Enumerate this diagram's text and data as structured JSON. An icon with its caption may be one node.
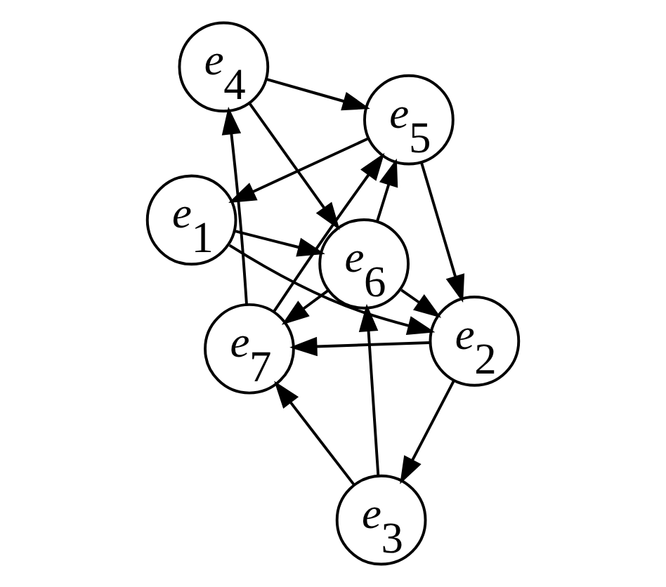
{
  "diagram": {
    "nodes": [
      {
        "text": [
          "*e*$_{1}$"
        ]
      },
      {
        "text": [
          "*e*$_{2}$"
        ]
      },
      {
        "text": [
          "*e*$_{3}$"
        ]
      },
      {
        "text": [
          "*e*$_{4}$"
        ]
      },
      {
        "text": [
          "*e*$_{5}$"
        ]
      },
      {
        "text": [
          "*e*$_{6}$"
        ]
      },
      {
        "text": [
          "*e*$_{7}$"
        ]
      }
    ],
    "edges": [
      {
        "from": 0,
        "to": 1,
        "arrow": "to"
      },
      {
        "from": 1,
        "to": 2,
        "arrow": "to"
      },
      {
        "from": 2,
        "to": 6,
        "arrow": "to"
      },
      {
        "from": 6,
        "to": 3,
        "arrow": "to"
      },
      {
        "from": 3,
        "to": 4,
        "arrow": "to"
      },
      {
        "from": 4,
        "to": 0,
        "arrow": "to"
      },
      {
        "from": 2,
        "to": 5,
        "arrow": "to"
      },
      {
        "from": 5,
        "to": 4,
        "arrow": "to"
      },
      {
        "from": 0,
        "to": 5,
        "arrow": "to"
      },
      {
        "from": 5,
        "to": 6,
        "arrow": "to"
      },
      {
        "from": 3,
        "to": 5,
        "arrow": "to"
      },
      {
        "from": 5,
        "to": 1,
        "arrow": "to"
      },
      {
        "from": 1,
        "to": 6,
        "arrow": "to"
      },
      {
        "from": 6,
        "to": 4,
        "arrow": "to"
      },
      {
        "from": 4,
        "to": 1,
        "arrow": "to"
      }
    ]
  }
}
